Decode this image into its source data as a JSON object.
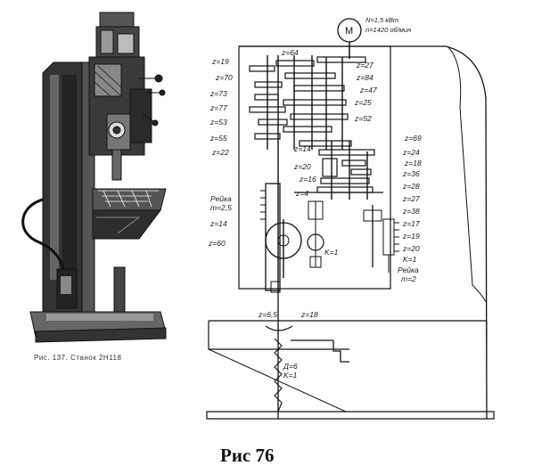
{
  "left_caption": "Рис. 137. Станок 2Н118",
  "figure_caption": "Рис 76",
  "motor": {
    "symbol": "M",
    "power": "N=1,5 кВт",
    "speed": "n=1420 об/мин"
  },
  "labels": {
    "z_19": "z=19",
    "z_64a": "z=64",
    "z_27": "z=27",
    "z_70": "z=70",
    "z_84": "z=84",
    "z_73": "z=73",
    "z_47": "z=47",
    "z_77": "z=77",
    "z_25": "z=25",
    "z_53": "z=53",
    "z_52": "z=52",
    "z_55": "z=55",
    "z_22": "z=22",
    "z_69": "z=69",
    "z_14a": "z=14",
    "z_24": "z=24",
    "z_18": "z=18",
    "z_20a": "z=20",
    "z_36": "z=36",
    "z_16a": "z=16",
    "z_28": "z=28",
    "z_4": "z=4",
    "z_27b": "z=27",
    "z_38": "z=38",
    "rack_upper_1": "Рейка",
    "rack_upper_2": "m=2,5",
    "z_17": "z=17",
    "z_14b": "z=14",
    "z_19b": "z=19",
    "z_60": "z=60",
    "k_1a": "K=1",
    "z_20b": "z=20",
    "k_1b": "K=1",
    "rack_lower_1": "Рейка",
    "rack_lower_2": "m=2",
    "z_65": "z=6,5",
    "z_18b": "z=18",
    "d_6": "Д=6",
    "k_1c": "K=1"
  },
  "icons": {
    "motor": "electric-motor-icon",
    "drill": "drill-bit-icon",
    "handle": "crank-handle-icon"
  }
}
